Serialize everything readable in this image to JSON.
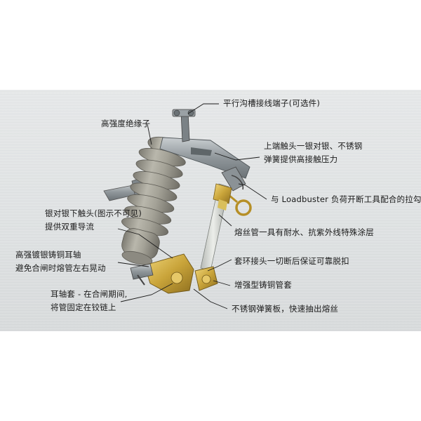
{
  "labels": {
    "terminal": "平行沟槽接线端子(可选件)",
    "insulator": "高强度绝缘子",
    "upper_contact_1": "上端触头一银对银、不锈钢",
    "upper_contact_2": "弹簧提供高接触压力",
    "hook": "与 Loadbuster 负荷开断工具配合的拉勾",
    "lower_contact_1": "银对银下触头(图示不可见)",
    "lower_contact_2": "提供双重导流",
    "fuse_tube": "熔丝管一具有耐水、抗紫外线特殊涂层",
    "shaft_1": "高强镀银铸铜耳轴",
    "shaft_2": "避免合闸时熔管左右晃动",
    "ring": "套环接头一切断后保证可靠脱扣",
    "sleeve": "增强型铸铜管套",
    "trunnion_1": "耳轴套 - 在合闸期间,",
    "trunnion_2": "将管固定在铰链上",
    "spring_plate": "不锈钢弹簧板，快速抽出熔丝"
  },
  "colors": {
    "background": "#dfe2e3",
    "insulator": "#a7a59a",
    "brass": "#c9a43a",
    "leader": "#1a1a1a"
  }
}
